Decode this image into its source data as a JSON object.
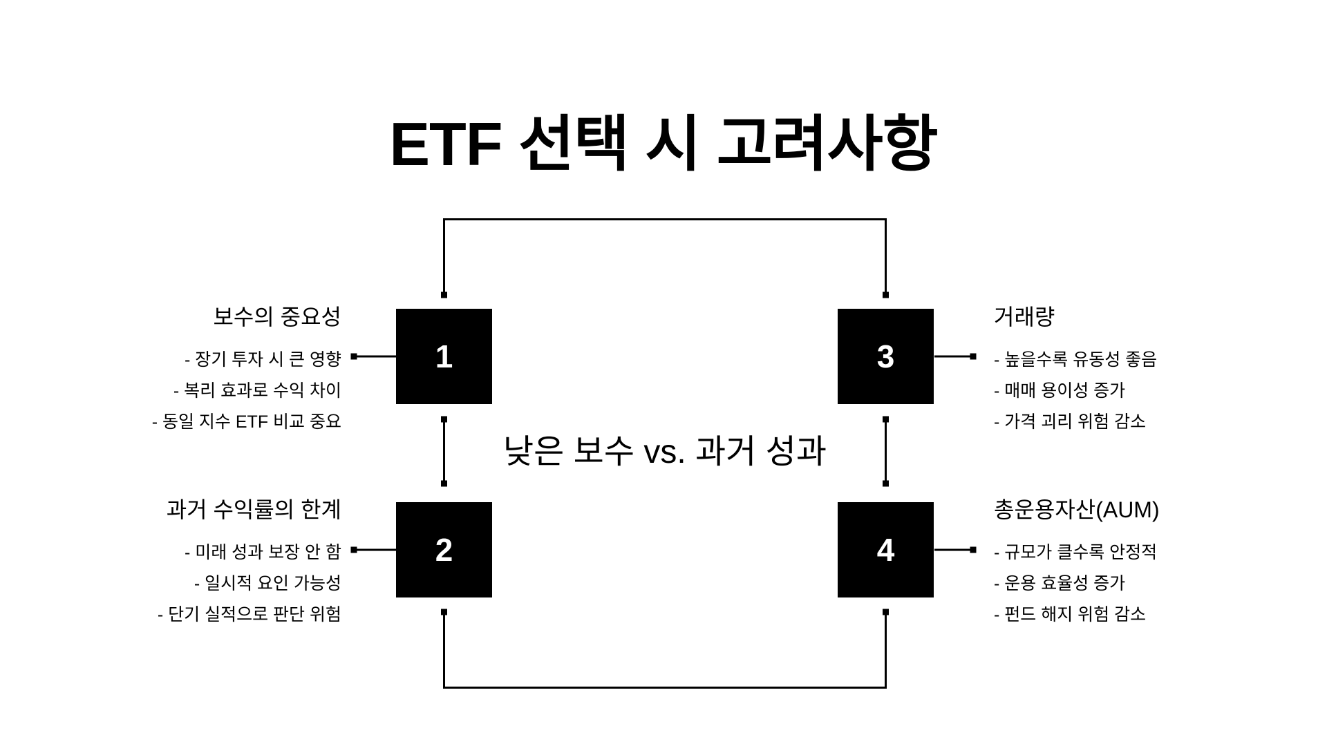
{
  "title": "ETF 선택 시 고려사항",
  "center_label": "낮은 보수 vs. 과거 성과",
  "items": [
    {
      "number": "1",
      "heading": "보수의 중요성",
      "bullets": [
        "- 장기 투자 시 큰 영향",
        "- 복리 효과로 수익 차이",
        "- 동일 지수 ETF 비교 중요"
      ]
    },
    {
      "number": "2",
      "heading": "과거 수익률의 한계",
      "bullets": [
        "- 미래 성과 보장 안 함",
        "- 일시적 요인 가능성",
        "- 단기 실적으로 판단 위험"
      ]
    },
    {
      "number": "3",
      "heading": "거래량",
      "bullets": [
        "- 높을수록 유동성 좋음",
        "- 매매 용이성 증가",
        "- 가격 괴리 위험 감소"
      ]
    },
    {
      "number": "4",
      "heading": "총운용자산(AUM)",
      "bullets": [
        "- 규모가 클수록 안정적",
        "- 운용 효율성 증가",
        "- 펀드 해지 위험 감소"
      ]
    }
  ],
  "colors": {
    "background": "#ffffff",
    "text": "#000000",
    "line": "#000000",
    "box": "#000000",
    "box_number": "#ffffff"
  }
}
